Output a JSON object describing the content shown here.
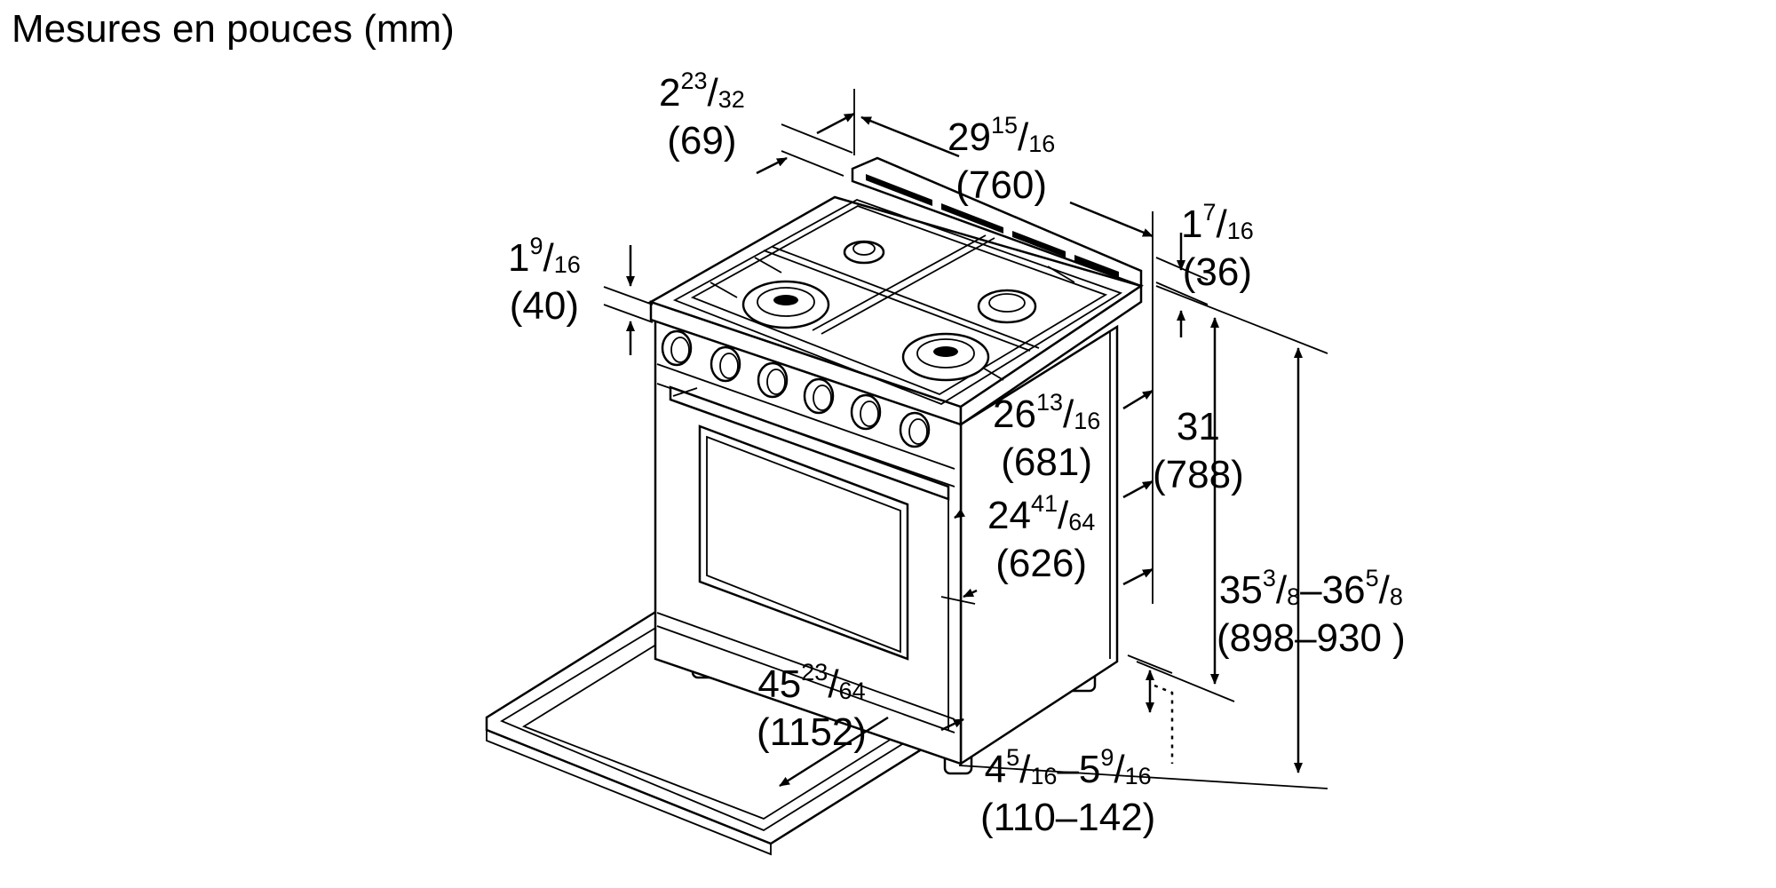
{
  "title": "Mesures en pouces (mm)",
  "dimensions": {
    "d1": {
      "whole": "2",
      "num": "23",
      "den": "32",
      "mm": "(69)"
    },
    "d2": {
      "whole": "29",
      "num": "15",
      "den": "16",
      "mm": "(760)"
    },
    "d3": {
      "whole": "1",
      "num": "7",
      "den": "16",
      "mm": "(36)"
    },
    "d4": {
      "whole": "1",
      "num": "9",
      "den": "16",
      "mm": "(40)"
    },
    "d5": {
      "whole": "26",
      "num": "13",
      "den": "16",
      "mm": "(681)"
    },
    "d6": {
      "whole": "31",
      "mm": "(788)"
    },
    "d7": {
      "whole": "24",
      "num": "41",
      "den": "64",
      "mm": "(626)"
    },
    "d8": {
      "whole1": "35",
      "num1": "3",
      "den1": "8",
      "sep": "–",
      "whole2": "36",
      "num2": "5",
      "den2": "8",
      "mm": "(898–930 )"
    },
    "d9": {
      "whole": "45",
      "num": "23",
      "den": "64",
      "mm": "(1152)"
    },
    "d10": {
      "whole1": "4",
      "num1": "5",
      "den1": "16",
      "sep": "–",
      "whole2": "5",
      "num2": "9",
      "den2": "16",
      "mm": "(110–142)"
    }
  },
  "fraction_slash": "/"
}
